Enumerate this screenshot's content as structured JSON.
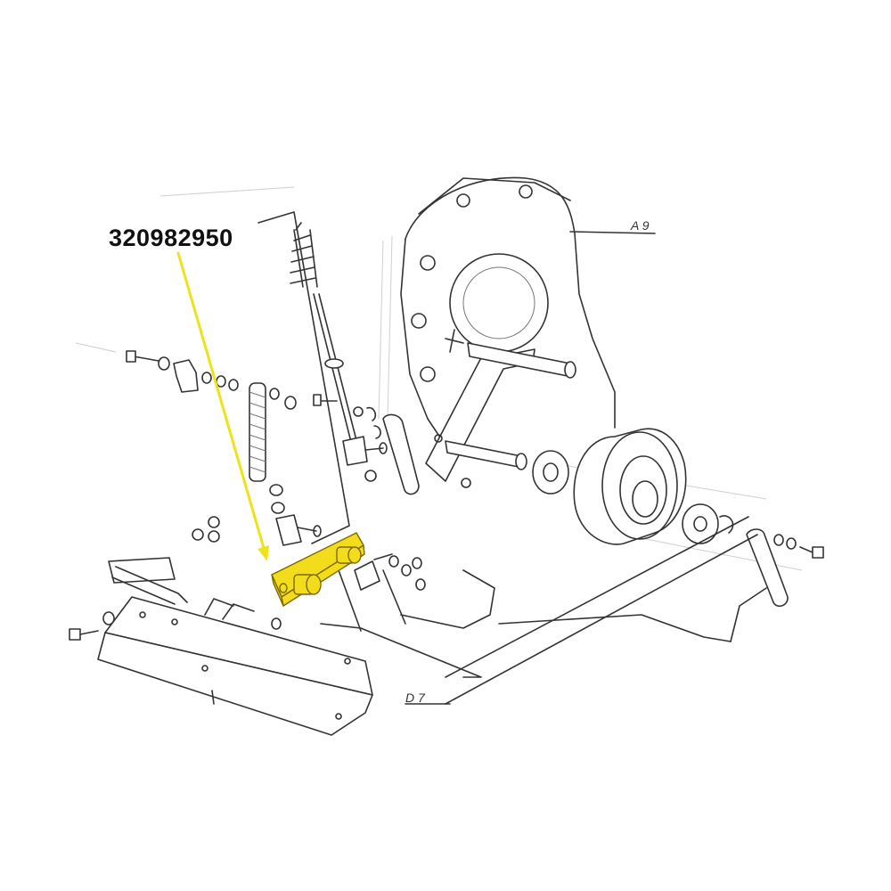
{
  "callout": {
    "part_number": "320982950",
    "highlight_color": "#f3dc1c",
    "leader_color": "#eee21a"
  },
  "references": {
    "a9": "A 9",
    "d7": "D 7"
  },
  "colors": {
    "line": "#333333",
    "background": "#ffffff"
  }
}
